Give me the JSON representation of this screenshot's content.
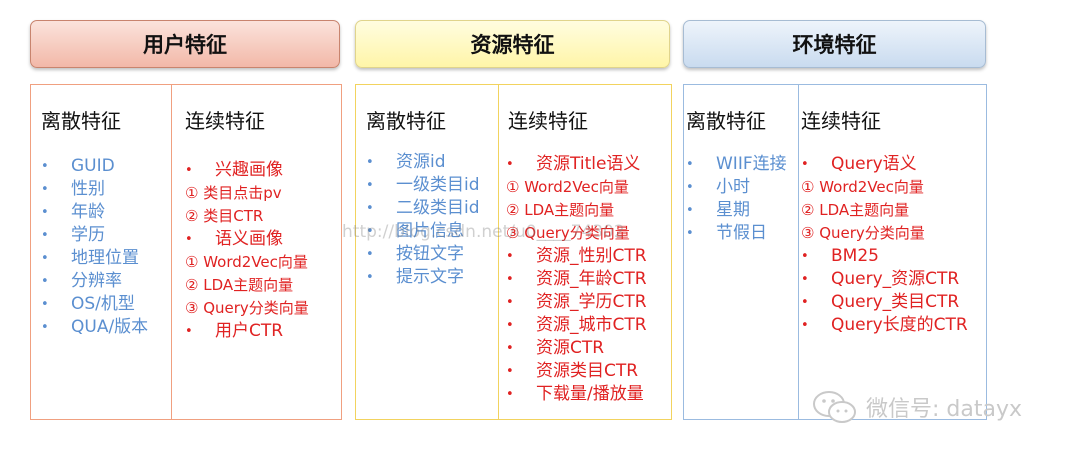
{
  "sections": {
    "user": {
      "title": "用户特征",
      "discrete_title": "离散特征",
      "continuous_title": "连续特征",
      "discrete": [
        "GUID",
        "性别",
        "年龄",
        "学历",
        "地理位置",
        "分辨率",
        "OS/机型",
        "QUA/版本"
      ],
      "continuous": [
        "兴趣画像",
        "① 类目点击pv",
        "② 类目CTR",
        "语义画像",
        "① Word2Vec向量",
        "② LDA主题向量",
        "③ Query分类向量",
        "用户CTR"
      ]
    },
    "resource": {
      "title": "资源特征",
      "discrete_title": "离散特征",
      "continuous_title": "连续特征",
      "discrete": [
        "资源id",
        "一级类目id",
        "二级类目id",
        "图片信息",
        "按钮文字",
        "提示文字"
      ],
      "continuous": [
        "资源Title语义",
        "① Word2Vec向量",
        "② LDA主题向量",
        "③ Query分类向量",
        "资源_性别CTR",
        "资源_年龄CTR",
        "资源_学历CTR",
        "资源_城市CTR",
        "资源CTR",
        "资源类目CTR",
        "下载量/播放量"
      ]
    },
    "environment": {
      "title": "环境特征",
      "discrete_title": "离散特征",
      "continuous_title": "连续特征",
      "discrete": [
        "WIIF连接",
        "小时",
        "星期",
        "节假日"
      ],
      "continuous": [
        "Query语义",
        "① Word2Vec向量",
        "② LDA主题向量",
        "③ Query分类向量",
        "BM25",
        "Query_资源CTR",
        "Query_类目CTR",
        "Query长度的CTR"
      ]
    }
  },
  "watermark": "http://blog.csdn.net/u0____74302",
  "wechat_label": "微信号: datayx"
}
